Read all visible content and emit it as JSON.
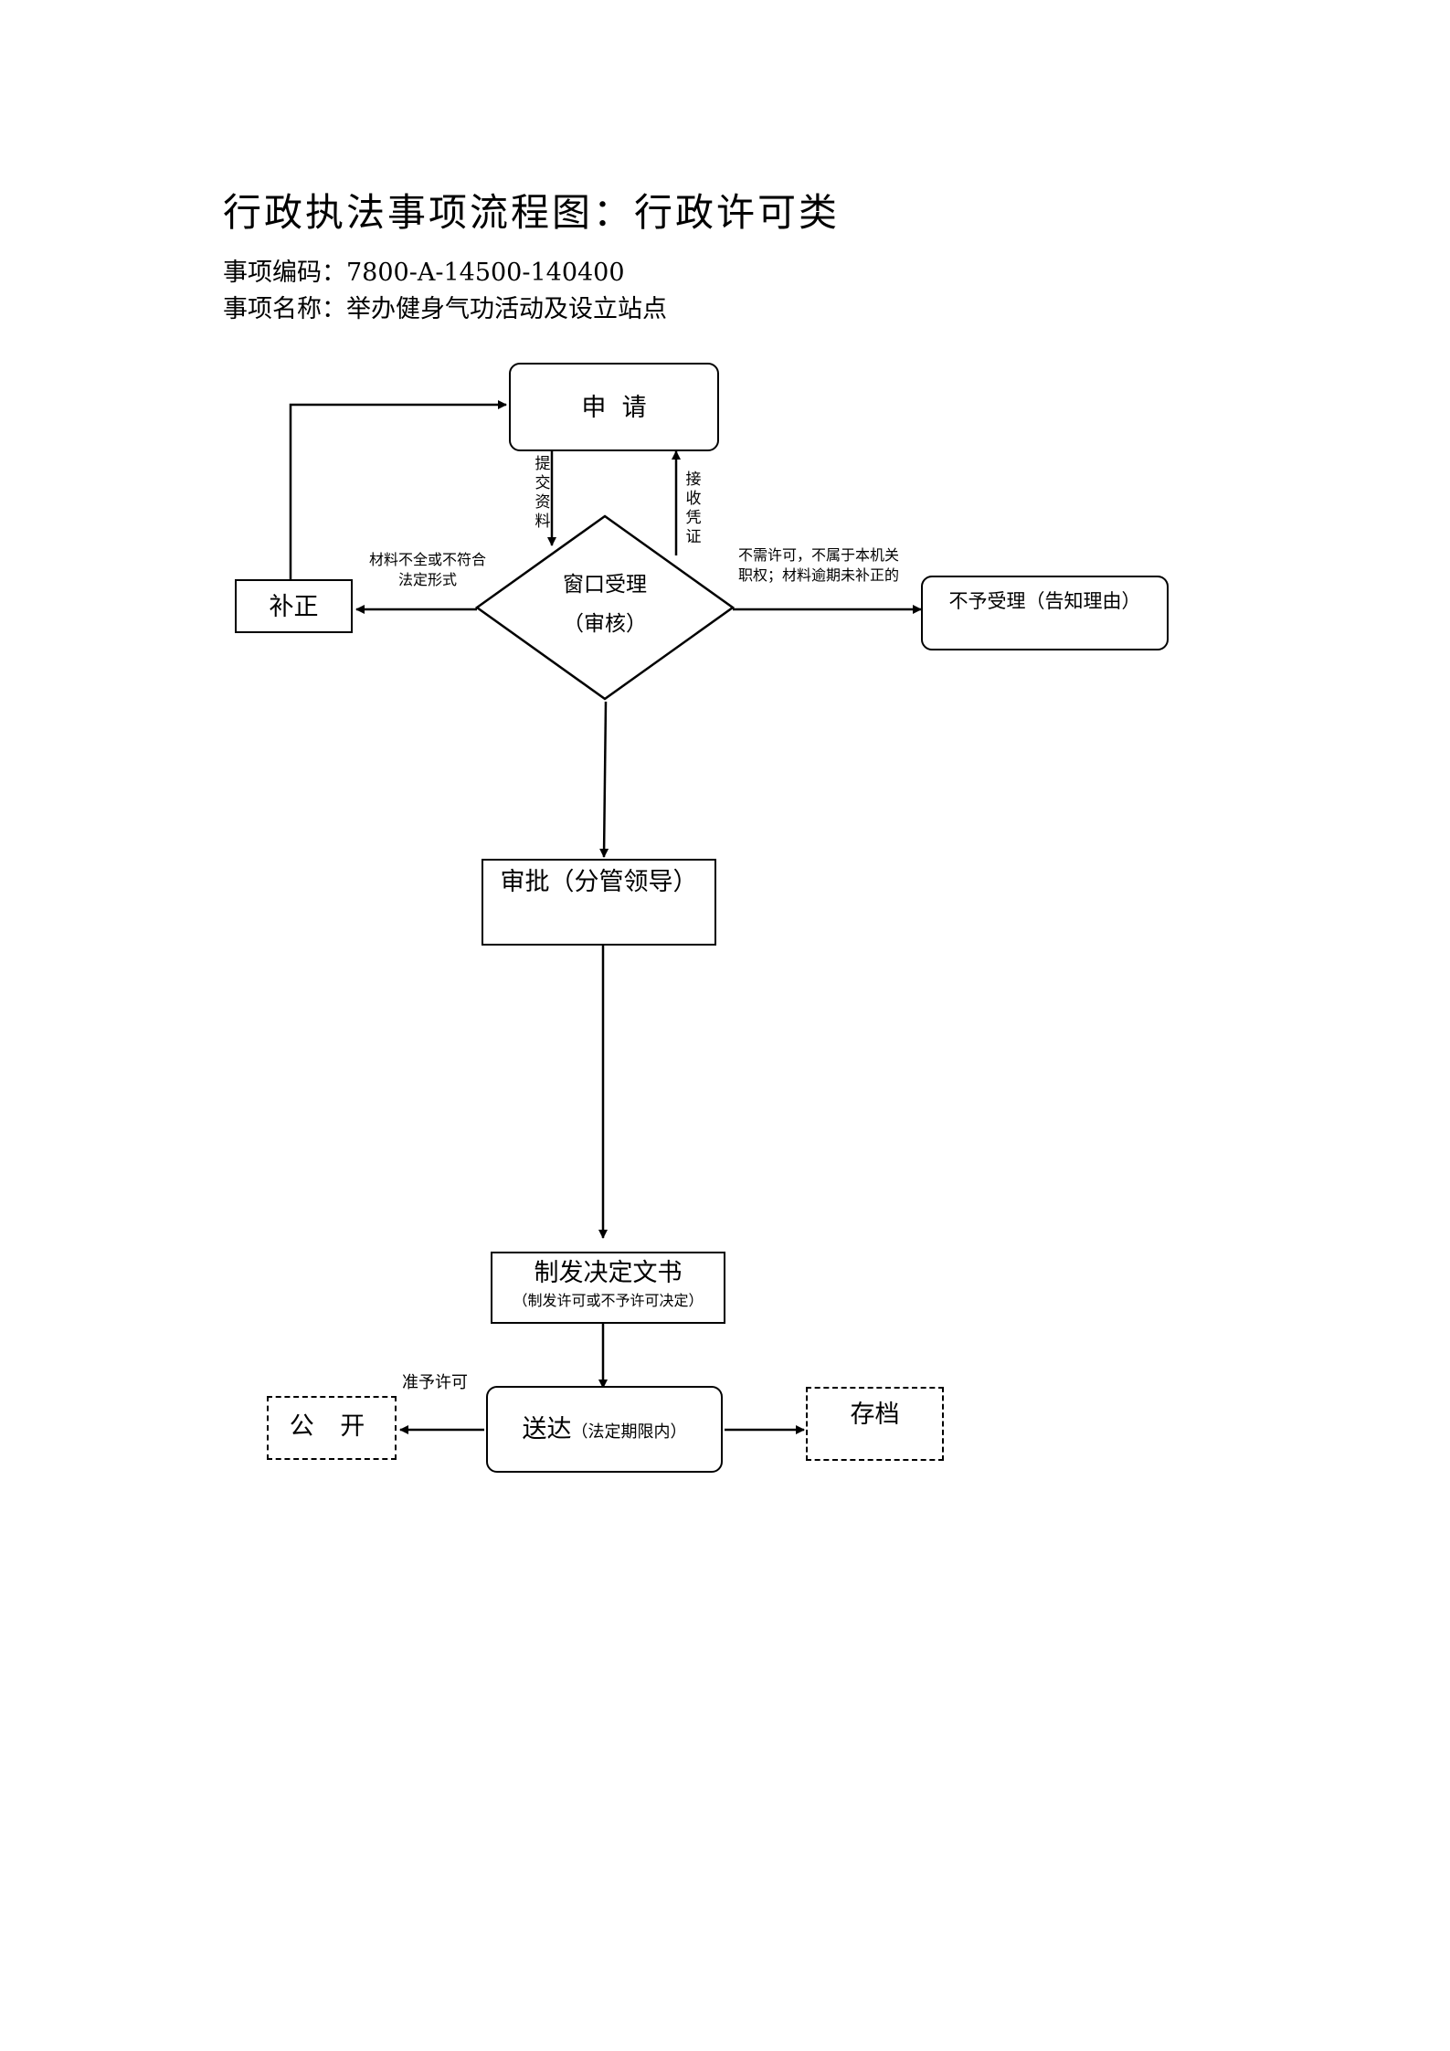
{
  "header": {
    "title": "行政执法事项流程图：行政许可类",
    "code_line": "事项编码：7800-A-14500-140400",
    "name_line": "事项名称：举办健身气功活动及设立站点"
  },
  "nodes": {
    "apply": "申  请",
    "window_line1": "窗口受理",
    "window_line2": "（审核）",
    "correct": "补正",
    "reject": "不予受理（告知理由）",
    "approve": "审批（分管领导）",
    "decision_line1": "制发决定文书",
    "decision_line2": "（制发许可或不予许可决定）",
    "deliver_main": "送达",
    "deliver_sub": "（法定期限内）",
    "public": "公 开",
    "archive": "存档"
  },
  "edges": {
    "submit": "提交资料",
    "receipt": "接收凭证",
    "incomplete_line1": "材料不全或不符合",
    "incomplete_line2": "法定形式",
    "reject_line1": "不需许可，不属于本机关",
    "reject_line2": "职权；材料逾期未补正的",
    "grant": "准予许可"
  }
}
